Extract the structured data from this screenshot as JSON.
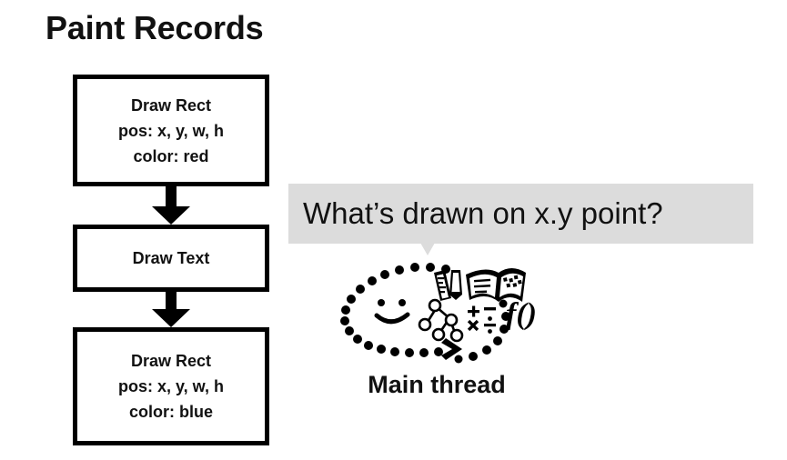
{
  "slide": {
    "title": "Paint Records",
    "background_color": "#ffffff",
    "text_color": "#111111"
  },
  "paint_records": {
    "boxes": [
      {
        "name": "draw-rect-red",
        "lines": [
          "Draw Rect",
          "pos: x, y, w, h",
          "color: red"
        ],
        "op": "Draw Rect",
        "pos": "x, y, w, h",
        "color_value": "red"
      },
      {
        "name": "draw-text",
        "lines": [
          "Draw Text"
        ],
        "op": "Draw Text"
      },
      {
        "name": "draw-rect-blue",
        "lines": [
          "Draw Rect",
          "pos: x, y, w, h",
          "color: blue"
        ],
        "op": "Draw Rect",
        "pos": "x, y, w, h",
        "color_value": "blue"
      }
    ],
    "connectors": [
      {
        "name": "arrow-down-icon-1"
      },
      {
        "name": "arrow-down-icon-2"
      }
    ]
  },
  "question_bubble": {
    "text": "What’s drawn on x.y point?",
    "background_color": "#dcdcdc",
    "tail_icon": "bubble-tail-icon"
  },
  "main_thread": {
    "label": "Main thread",
    "illustration_icons": [
      "dotted-loop-icon",
      "smiley-face-icon",
      "chevron-arrow-icon",
      "ruler-icon",
      "pencil-icon",
      "open-book-icon",
      "node-tree-icon",
      "math-operators-icon",
      "function-fx-icon"
    ]
  }
}
